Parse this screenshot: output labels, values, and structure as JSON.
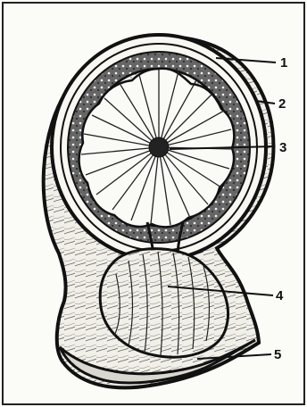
{
  "labels": [
    {
      "id": "label-1",
      "text": "1"
    },
    {
      "id": "label-2",
      "text": "2"
    },
    {
      "id": "label-3",
      "text": "3"
    },
    {
      "id": "label-4",
      "text": "4"
    },
    {
      "id": "label-5",
      "text": "5"
    }
  ],
  "colors": {
    "ink": "#111111",
    "paper": "#fbfbf8",
    "tissue": "#f2f0ea",
    "dark_tissue": "#2b2b2b"
  }
}
